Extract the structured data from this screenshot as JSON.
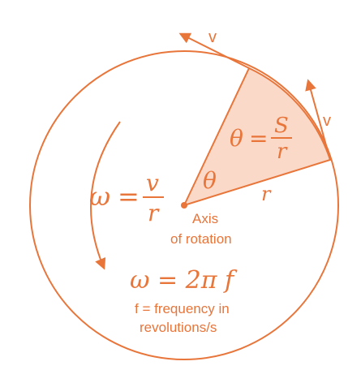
{
  "colors": {
    "stroke": "#e8753a",
    "sector_fill": "#fbd9c8",
    "text": "#e8753a",
    "background": "#ffffff"
  },
  "labels": {
    "velocity_top": "v",
    "velocity_right": "v",
    "theta_eq_theta": "θ",
    "theta_eq_equals": "=",
    "theta_eq_num": "S",
    "theta_eq_den": "r",
    "theta_angle": "θ",
    "radius": "r",
    "omega_lhs": "ω",
    "omega_equals": "=",
    "omega_num": "v",
    "omega_den": "r",
    "axis_line1": "Axis",
    "axis_line2": "of rotation",
    "omega2pif": "ω = 2π f",
    "freq_line1": "f = frequency in",
    "freq_line2": "revolutions/s"
  }
}
